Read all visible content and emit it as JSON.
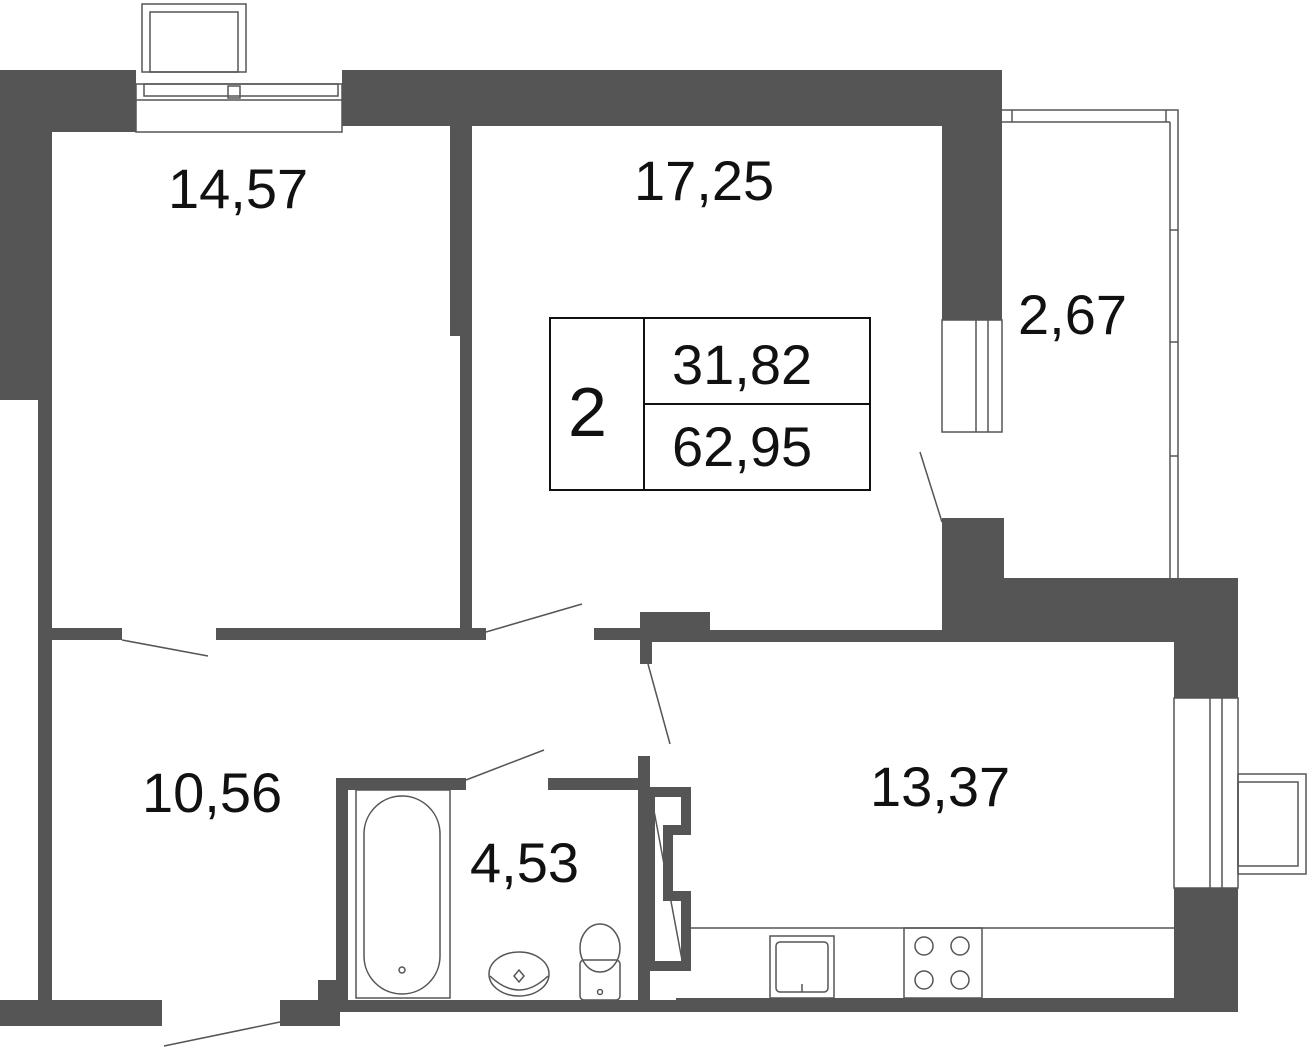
{
  "colors": {
    "wall": "#555555",
    "line": "#555555",
    "text": "#111111",
    "background": "#ffffff"
  },
  "rooms": {
    "bedroom": {
      "area": "14,57"
    },
    "living": {
      "area": "17,25"
    },
    "balcony": {
      "area": "2,67"
    },
    "hall": {
      "area": "10,56"
    },
    "bathroom": {
      "area": "4,53"
    },
    "kitchen": {
      "area": "13,37"
    }
  },
  "summary": {
    "rooms_count": "2",
    "living_area": "31,82",
    "total_area": "62,95"
  }
}
